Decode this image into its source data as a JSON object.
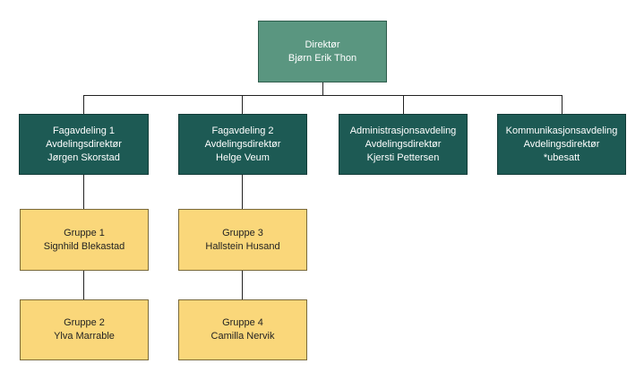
{
  "director": {
    "title": "Direktør",
    "name": "Bjørn Erik Thon"
  },
  "departments": [
    {
      "line1": "Fagavdeling 1",
      "line2": "Avdelingsdirektør",
      "line3": "Jørgen Skorstad"
    },
    {
      "line1": "Fagavdeling 2",
      "line2": "Avdelingsdirektør",
      "line3": "Helge Veum"
    },
    {
      "line1": "Administrasjonsavdeling",
      "line2": "Avdelingsdirektør",
      "line3": "Kjersti Pettersen"
    },
    {
      "line1": "Kommunikasjonsavdeling",
      "line2": "Avdelingsdirektør",
      "line3": "*ubesatt"
    }
  ],
  "groups": [
    {
      "title": "Gruppe 1",
      "name": "Signhild Blekastad"
    },
    {
      "title": "Gruppe 2",
      "name": "Ylva Marrable"
    },
    {
      "title": "Gruppe 3",
      "name": "Hallstein Husand"
    },
    {
      "title": "Gruppe 4",
      "name": "Camilla Nervik"
    }
  ],
  "colors": {
    "director_fill": "#5a9680",
    "department_fill": "#1d5a54",
    "group_fill": "#fad77a",
    "connector": "#222222"
  }
}
